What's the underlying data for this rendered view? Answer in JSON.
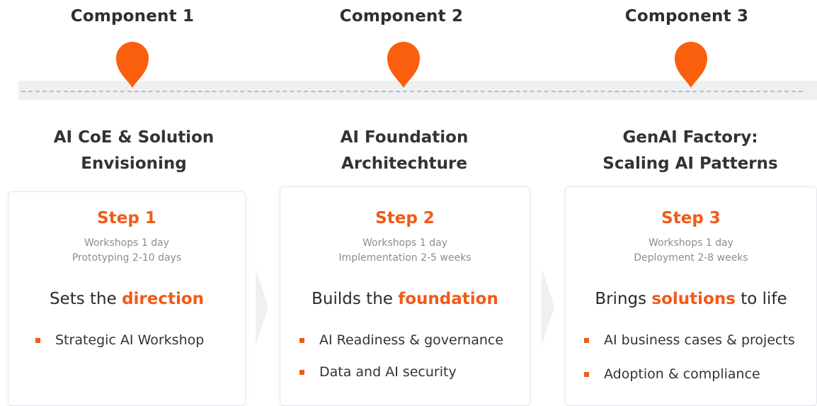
{
  "components": [
    {
      "label": "Component 1",
      "heading_line1": "AI CoE & Solution",
      "heading_line2": "Envisioning",
      "step": "Step 1",
      "meta_line1": "Workshops 1 day",
      "meta_line2": "Prototyping 2-10 days",
      "tagline_pre": "Sets the",
      "tagline_highlight": "direction",
      "tagline_post": "",
      "bullets": [
        "Strategic AI Workshop"
      ]
    },
    {
      "label": "Component 2",
      "heading_line1": "AI Foundation",
      "heading_line2": "Architechture",
      "step": "Step 2",
      "meta_line1": "Workshops 1 day",
      "meta_line2": "Implementation 2-5 weeks",
      "tagline_pre": "Builds the",
      "tagline_highlight": "foundation",
      "tagline_post": "",
      "bullets": [
        "AI Readiness & governance",
        "Data and AI security"
      ]
    },
    {
      "label": "Component 3",
      "heading_line1": "GenAI Factory:",
      "heading_line2": "Scaling AI Patterns",
      "step": "Step 3",
      "meta_line1": "Workshops 1 day",
      "meta_line2": "Deployment 2-8 weeks",
      "tagline_pre": "Brings",
      "tagline_highlight": "solutions",
      "tagline_post": "to life",
      "bullets": [
        "AI business cases & projects",
        "Adoption & compliance"
      ]
    }
  ],
  "colors": {
    "accent": "#f25a16",
    "pin": "#fa5f0e",
    "heading_text": "#333333",
    "muted_text": "#8a8d92"
  },
  "icons": {
    "marker": "map-pin-icon",
    "separator": "chevron-right-icon"
  }
}
